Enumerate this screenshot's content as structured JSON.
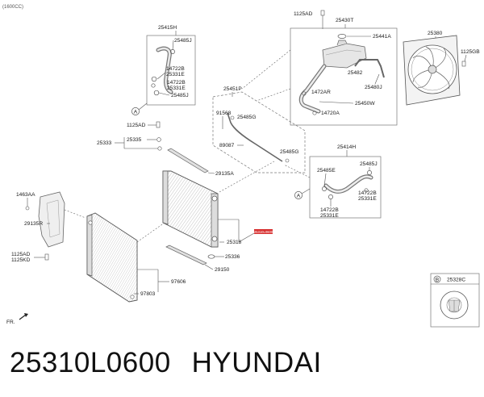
{
  "header": {
    "engine": "(1600CC)"
  },
  "markers": {
    "a": "A",
    "b": "B"
  },
  "direction": {
    "label": "FR."
  },
  "caption": {
    "part_number": "25310L0600",
    "brand": "HYUNDAI"
  },
  "parts": {
    "p25415H": "25415H",
    "p25485J_top": "25485J",
    "p14722B_top": "14722B",
    "p25331E_top": "25331E",
    "p14722B_top2": "14722B",
    "p25331E_top2": "25331E",
    "p25485J_top2": "25485J",
    "p1125AD_top": "1125AD",
    "p25430T": "25430T",
    "p25441A": "25441A",
    "p25380": "25380",
    "p1125GB": "1125GB",
    "p25482": "25482",
    "p25480J": "25480J",
    "p1472AR": "1472AR",
    "p25450W": "25450W",
    "p14720A": "14720A",
    "p25451P": "25451P",
    "p91568": "91568",
    "p25485G_1": "25485G",
    "p89087": "89087",
    "p25485G_2": "25485G",
    "p1125AD_mid": "1125AD",
    "p25335": "25335",
    "p25333": "25333",
    "p29135A": "29135A",
    "p25414H": "25414H",
    "p25485E": "25485E",
    "p25485J_r": "25485J",
    "p14722B_r": "14722B",
    "p25331E_r": "25331E",
    "p14722B_r2": "14722B",
    "p25331E_r2": "25331E",
    "p1463AA": "1463AA",
    "p29135R": "29135R",
    "p25318": "25318",
    "p25336": "25336",
    "p29150": "29150",
    "p1125AD_low": "1125AD",
    "p1125KD": "1125KD",
    "p97606": "97606",
    "p97803": "97803",
    "p25328C": "25328C"
  },
  "callout": {
    "part_label": "25310L0600"
  }
}
